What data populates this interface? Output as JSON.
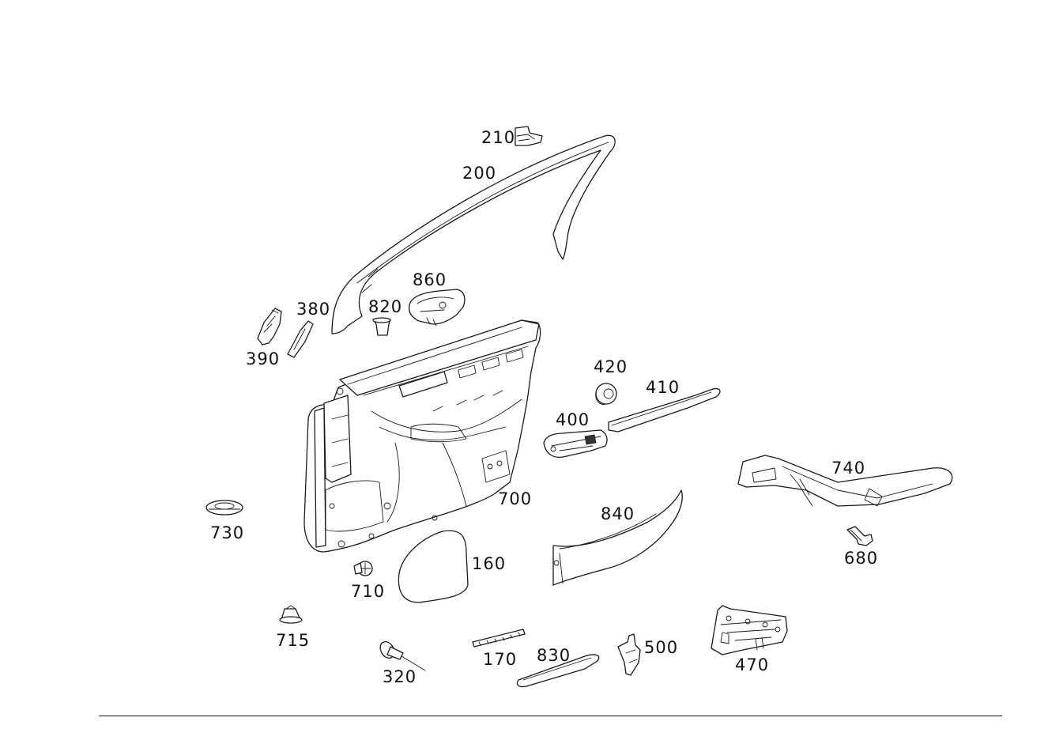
{
  "labels": {
    "p210": "210",
    "p200": "200",
    "p860": "860",
    "p820": "820",
    "p380": "380",
    "p390": "390",
    "p420": "420",
    "p410": "410",
    "p400": "400",
    "p740": "740",
    "p700": "700",
    "p840": "840",
    "p730": "730",
    "p680": "680",
    "p160": "160",
    "p710": "710",
    "p715": "715",
    "p170": "170",
    "p830": "830",
    "p500": "500",
    "p470": "470",
    "p320": "320"
  }
}
